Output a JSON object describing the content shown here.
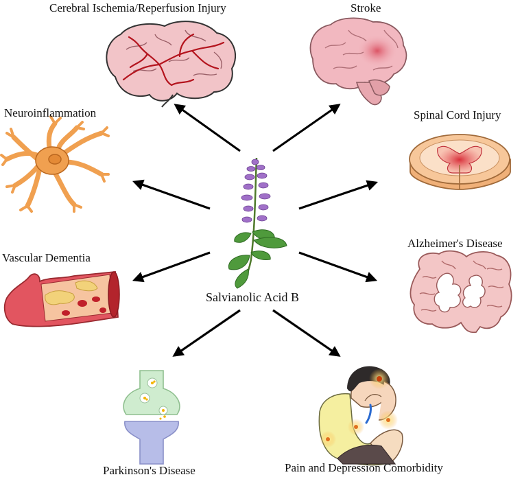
{
  "center": {
    "label": "Salvianolic Acid B"
  },
  "conditions": {
    "ischemia": "Cerebral Ischemia/Reperfusion Injury",
    "stroke": "Stroke",
    "neuroinflammation": "Neuroinflammation",
    "spinal": "Spinal Cord Injury",
    "vascular": "Vascular Dementia",
    "alzheimer": "Alzheimer's Disease",
    "parkinson": "Parkinson's Disease",
    "pain": "Pain and Depression Comorbidity"
  },
  "colors": {
    "arrow": "#000000",
    "brain_pink": "#f2b8c0",
    "vessel_red": "#b4141e",
    "astrocyte": "#f0a050",
    "spinal_orange": "#f7c79a",
    "vascular_red": "#e0505a",
    "synapse_green": "#cfeccf",
    "synapse_blue": "#b7bde8",
    "flower_purple": "#a070c8",
    "leaf_green": "#4f9a3c"
  },
  "icons": [
    "brain-vessels-icon",
    "brain-stroke-icon",
    "astrocyte-icon",
    "spinal-cord-icon",
    "blood-vessel-icon",
    "alzheimer-brain-icon",
    "synapse-icon",
    "person-pain-icon",
    "salvia-plant-icon"
  ]
}
